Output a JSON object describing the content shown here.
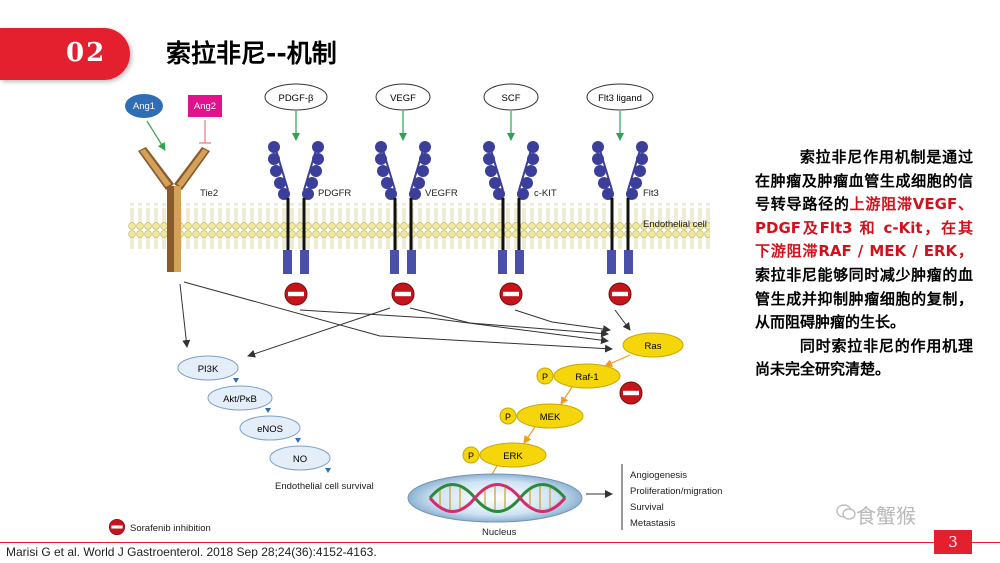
{
  "badge": "02",
  "title": "索拉非尼--机制",
  "diagram": {
    "ligands": {
      "ang1": "Ang1",
      "ang2": "Ang2",
      "pdgf": "PDGF-β",
      "vegf": "VEGF",
      "scf": "SCF",
      "flt3l": "Flt3 ligand"
    },
    "receptors": {
      "tie2": "Tie2",
      "pdgfr": "PDGFR",
      "vegfr": "VEGFR",
      "ckit": "c-KIT",
      "flt3": "Flt3"
    },
    "membrane": "Endothelial cell",
    "pi3k_pathway": [
      "PI3K",
      "Akt/PκB",
      "eNOS",
      "NO"
    ],
    "survival": "Endothelial cell survival",
    "ras": "Ras",
    "raf": "Raf-1",
    "mek": "MEK",
    "erk": "ERK",
    "p": "P",
    "nucleus": "Nucleus",
    "outcomes": [
      "Angiogenesis",
      "Proliferation/migration",
      "Survival",
      "Metastasis"
    ],
    "legend": "Sorafenib inhibition"
  },
  "body": {
    "p1_a": "索拉非尼作用机制是通过在肿瘤及肿瘤血管生成细胞的信号转导路径的",
    "p1_red": "上游阻滞VEGF、PDGF及Flt3 和 c-Kit，在其下游阻滞RAF / MEK / ERK，",
    "p1_b": "索拉非尼能够同时减少肿瘤的血管生成并抑制肿瘤细胞的复制，从而阻碍肿瘤的生长。",
    "p2": "同时索拉非尼的作用机理尚未完全研究清楚。"
  },
  "citation": "Marisi G et al. World J Gastroenterol. 2018 Sep 28;24(36):4152-4163.",
  "page_number": "3",
  "watermark": "食蟹猴",
  "colors": {
    "accent_red": "#e5202e",
    "text_red": "#d0121c",
    "receptor_blue": "#3b3f9a",
    "kinase_yellow": "#f5d60a",
    "ang1_blue": "#2f6db5",
    "ang2_magenta": "#e0138c"
  }
}
